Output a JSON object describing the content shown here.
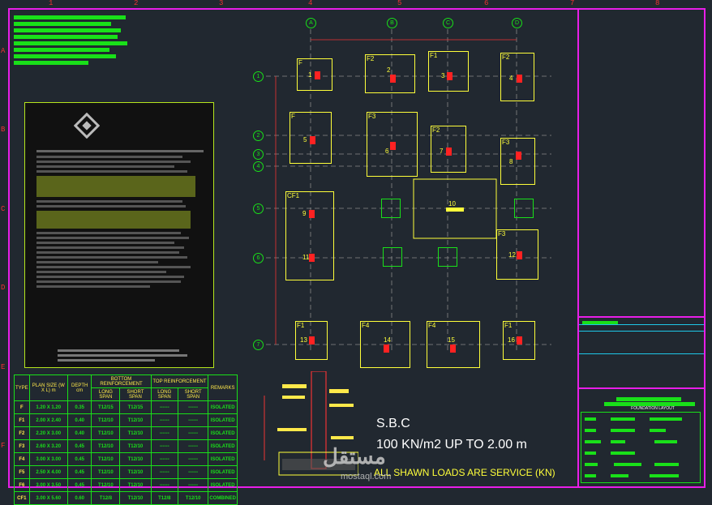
{
  "border": {
    "color": "#e81ee8",
    "ruler_color": "#e33"
  },
  "ruler": {
    "columns": [
      "1",
      "2",
      "3",
      "4",
      "5",
      "6",
      "7",
      "8"
    ],
    "rows": [
      "A",
      "B",
      "C",
      "D",
      "E",
      "F"
    ]
  },
  "grid": {
    "axes_x": [
      "A",
      "B",
      "C",
      "D"
    ],
    "axes_y": [
      "1",
      "2",
      "3",
      "4",
      "5",
      "6",
      "7"
    ]
  },
  "footings": [
    {
      "id": "1",
      "tag": "F"
    },
    {
      "id": "2",
      "tag": "F2"
    },
    {
      "id": "3",
      "tag": "F1"
    },
    {
      "id": "4",
      "tag": "F2"
    },
    {
      "id": "5",
      "tag": "F"
    },
    {
      "id": "6",
      "tag": "F3"
    },
    {
      "id": "7",
      "tag": "F2"
    },
    {
      "id": "8",
      "tag": "F3"
    },
    {
      "id": "9",
      "tag": "CF1"
    },
    {
      "id": "10",
      "tag": ""
    },
    {
      "id": "11",
      "tag": ""
    },
    {
      "id": "12",
      "tag": "F3"
    },
    {
      "id": "13",
      "tag": "F1"
    },
    {
      "id": "14",
      "tag": "F4"
    },
    {
      "id": "15",
      "tag": "F4"
    },
    {
      "id": "16",
      "tag": "F1"
    }
  ],
  "schedule": {
    "headers": {
      "type": "TYPE",
      "plan": "PLAN SIZE (W X L) m",
      "depth": "DEPTH cm",
      "bottom": "BOTTOM REINFORCEMENT",
      "top": "TOP REINFORCEMENT",
      "remarks": "REMARKS",
      "long": "LONG SPAN",
      "short": "SHORT SPAN"
    },
    "rows": [
      {
        "type": "F",
        "plan": "1.20 X 1.20",
        "depth": "0.35",
        "bl": "T12/15",
        "bs": "T12/15",
        "tl": "------",
        "ts": "------",
        "rem": "ISOLATED"
      },
      {
        "type": "F1",
        "plan": "2.00 X 2.40",
        "depth": "0.40",
        "bl": "T12/10",
        "bs": "T12/10",
        "tl": "------",
        "ts": "------",
        "rem": "ISOLATED"
      },
      {
        "type": "F2",
        "plan": "2.20 X 3.00",
        "depth": "0.40",
        "bl": "T12/10",
        "bs": "T12/10",
        "tl": "------",
        "ts": "------",
        "rem": "ISOLATED"
      },
      {
        "type": "F3",
        "plan": "2.60 X 3.20",
        "depth": "0.45",
        "bl": "T12/10",
        "bs": "T12/10",
        "tl": "------",
        "ts": "------",
        "rem": "ISOLATED"
      },
      {
        "type": "F4",
        "plan": "3.00 X 3.00",
        "depth": "0.45",
        "bl": "T12/10",
        "bs": "T12/10",
        "tl": "------",
        "ts": "------",
        "rem": "ISOLATED"
      },
      {
        "type": "F5",
        "plan": "2.50 X 4.00",
        "depth": "0.45",
        "bl": "T12/10",
        "bs": "T12/10",
        "tl": "------",
        "ts": "------",
        "rem": "ISOLATED"
      },
      {
        "type": "F6",
        "plan": "3.00 X 3.50",
        "depth": "0.45",
        "bl": "T12/10",
        "bs": "T12/10",
        "tl": "------",
        "ts": "------",
        "rem": "ISOLATED"
      },
      {
        "type": "CF1",
        "plan": "3.00 X 5.60",
        "depth": "0.60",
        "bl": "T12/8",
        "bs": "T12/10",
        "tl": "T12/8",
        "ts": "T12/10",
        "rem": "COMBINED"
      }
    ]
  },
  "sbc": {
    "title": "S.B.C",
    "value": "100 KN/m2 UP TO 2.00 m",
    "note": "ALL SHAWN LOADS ARE SERVICE (KN)"
  },
  "title_block": {
    "sheet_title": "FOUNDATION LAYOUT"
  },
  "watermark": {
    "arabic": "مستقل",
    "latin": "mostaql.com"
  }
}
